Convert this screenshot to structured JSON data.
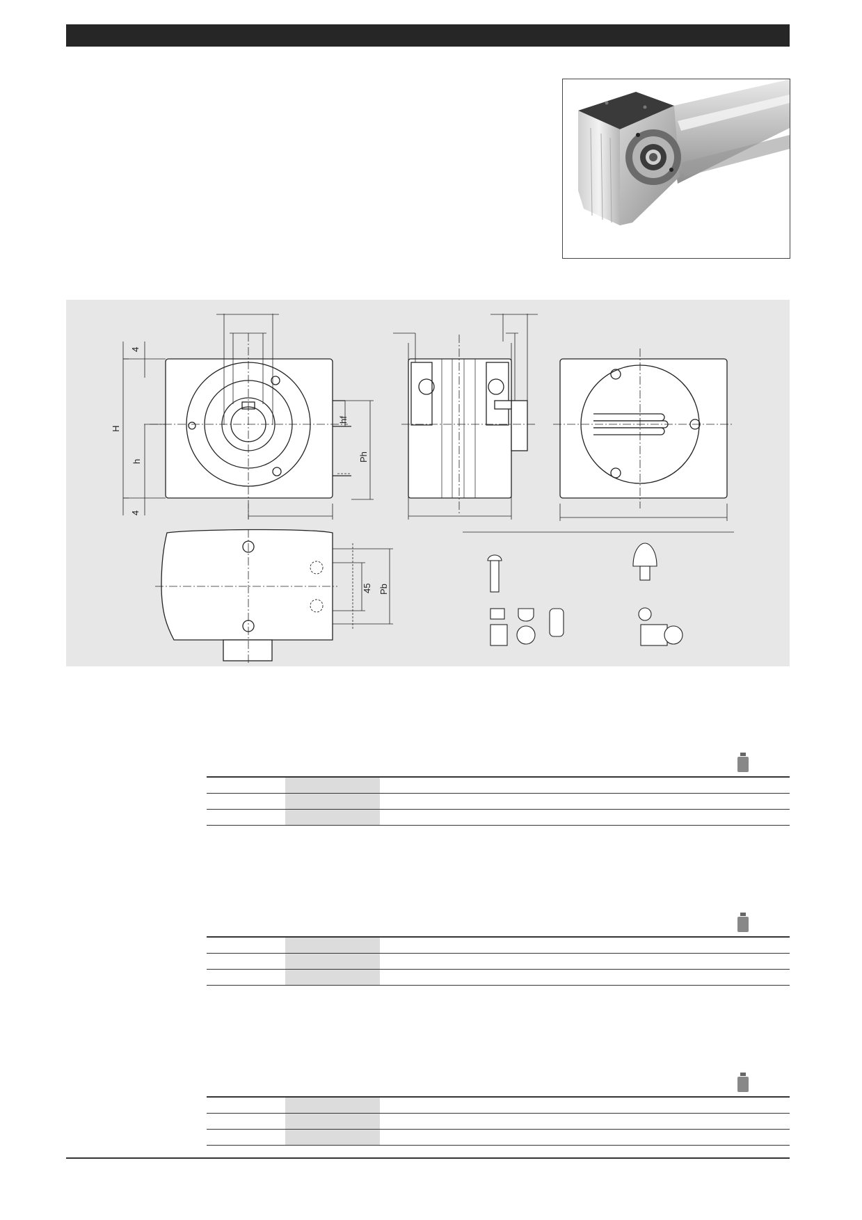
{
  "header": {
    "bar_color": "#262626"
  },
  "product_photo": {
    "icon": "actuator-end-block-photo"
  },
  "drawing": {
    "background": "#e7e7e7",
    "dimension_labels": {
      "top_margin": "4",
      "bottom_margin": "4",
      "total_height": "H",
      "shaft_height": "h",
      "feather_key_height": "hf",
      "mount_height": "Ph",
      "hole_spacing": "45",
      "mount_width": "Pb"
    }
  },
  "tables": [
    {
      "name": "spec-table-1",
      "weight_icon": "weight-icon"
    },
    {
      "name": "spec-table-2",
      "weight_icon": "weight-icon"
    },
    {
      "name": "spec-table-3",
      "weight_icon": "weight-icon"
    }
  ]
}
